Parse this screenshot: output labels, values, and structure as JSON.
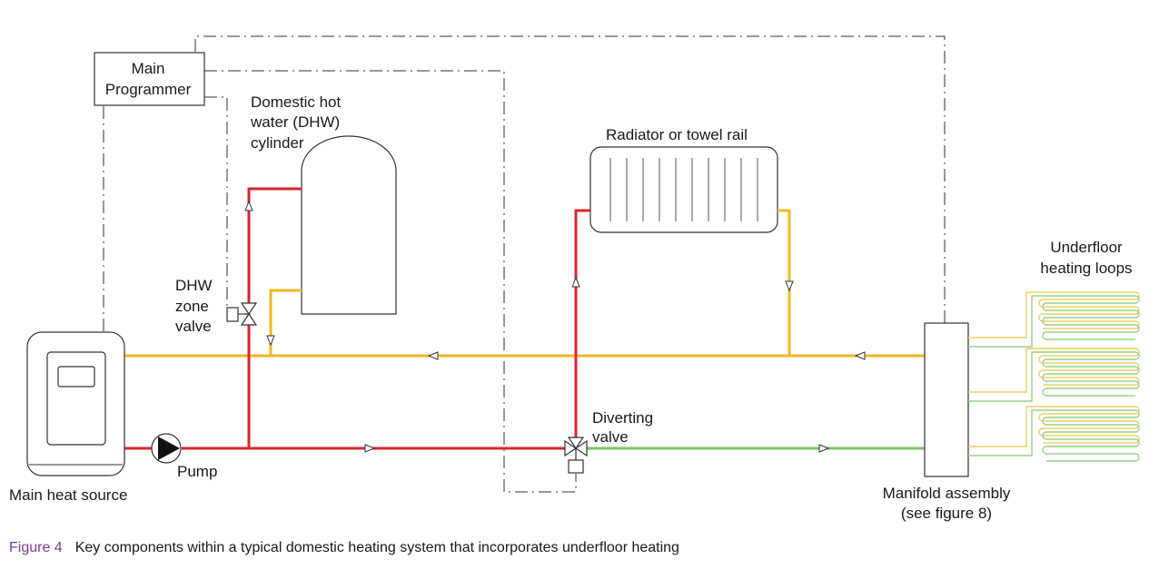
{
  "labels": {
    "programmer": [
      "Main",
      "Programmer"
    ],
    "dhw_cylinder": [
      "Domestic hot",
      "water (DHW)",
      "cylinder"
    ],
    "radiator": "Radiator or towel rail",
    "dhw_zone_valve": [
      "DHW",
      "zone",
      "valve"
    ],
    "underfloor": [
      "Underfloor",
      "heating loops"
    ],
    "diverting_valve": [
      "Diverting",
      "valve"
    ],
    "pump": "Pump",
    "heat_source": "Main heat source",
    "manifold": [
      "Manifold assembly",
      "(see figure 8)"
    ]
  },
  "caption": {
    "number": "Figure 4",
    "text": "Key components within a typical domestic heating system that incorporates underfloor heating"
  },
  "colors": {
    "flow": "#d8262d",
    "return": "#f2b91f",
    "underfloor_flow": "#7dc36b",
    "control_wire": "#333333",
    "caption_accent": "#7a3d8f"
  }
}
